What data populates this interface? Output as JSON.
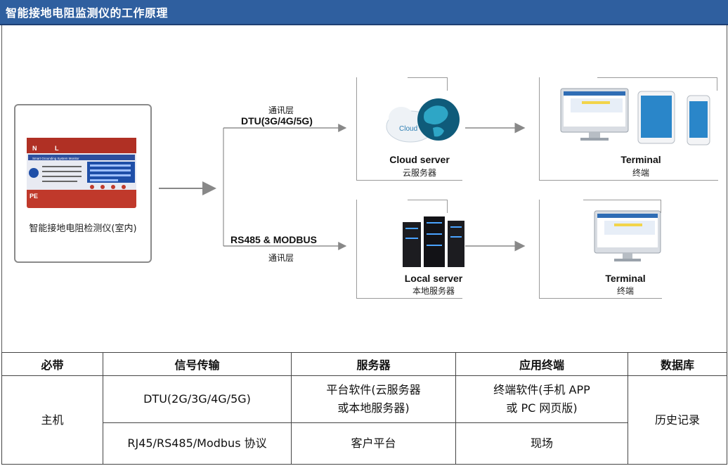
{
  "header": {
    "title": "智能接地电阻监测仪的工作原理"
  },
  "device": {
    "label": "智能接地电阻检测仪(室内)",
    "terminal_labels": [
      "N",
      "L",
      "PE"
    ],
    "panel_title": "Smart Grounding System Monitor"
  },
  "paths": {
    "top": {
      "layer": "通讯层",
      "protocol": "DTU(3G/4G/5G)"
    },
    "bottom": {
      "layer": "通讯层",
      "protocol": "RS485 & MODBUS"
    }
  },
  "nodes": {
    "cloud_server": {
      "en": "Cloud server",
      "cn": "云服务器",
      "badge": "Cloud"
    },
    "terminal_top": {
      "en": "Terminal",
      "cn": "终端"
    },
    "local_server": {
      "en": "Local server",
      "cn": "本地服务器"
    },
    "terminal_bottom": {
      "en": "Terminal",
      "cn": "终端"
    }
  },
  "table": {
    "headers": [
      "必带",
      "信号传输",
      "服务器",
      "应用终端",
      "数据库"
    ],
    "main_unit": "主机",
    "row1": {
      "signal": "DTU(2G/3G/4G/5G)",
      "server": [
        "平台软件(云服务器",
        "或本地服务器)"
      ],
      "app": [
        "终端软件(手机 APP",
        "或 PC 网页版)"
      ]
    },
    "row2": {
      "signal": "RJ45/RS485/Modbus  协议",
      "server": "客户平台",
      "app": "现场"
    },
    "database": "历史记录"
  },
  "colors": {
    "header_bg": "#2f5f9f",
    "device_red": "#c0392b",
    "lcd_blue": "#1f4fa8",
    "arrow_gray": "#888888"
  }
}
